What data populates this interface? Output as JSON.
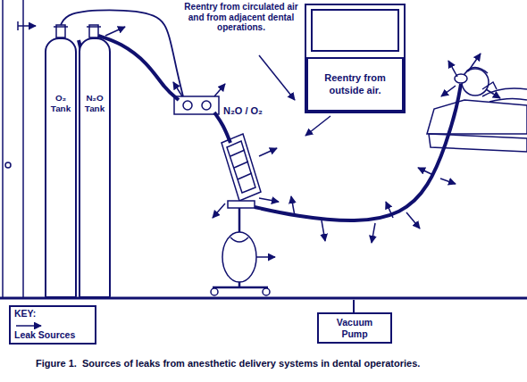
{
  "diagram": {
    "caption": "Figure 1.  Sources of leaks from anesthetic delivery systems in dental operatories.",
    "nodes": [
      {
        "text": [
          "O₂ Tank"
        ]
      },
      {
        "text": [
          "N₂O Tank"
        ]
      },
      {
        "text": [
          "Reentry from outside air."
        ]
      },
      {
        "text": [
          "Vacuum Pump"
        ]
      }
    ],
    "labels": [
      "Reentry from circulated air and from adjacent dental operations.",
      "N₂O / O₂",
      "KEY:"
    ],
    "legend": [
      {
        "text": "Leak Sources"
      }
    ]
  }
}
